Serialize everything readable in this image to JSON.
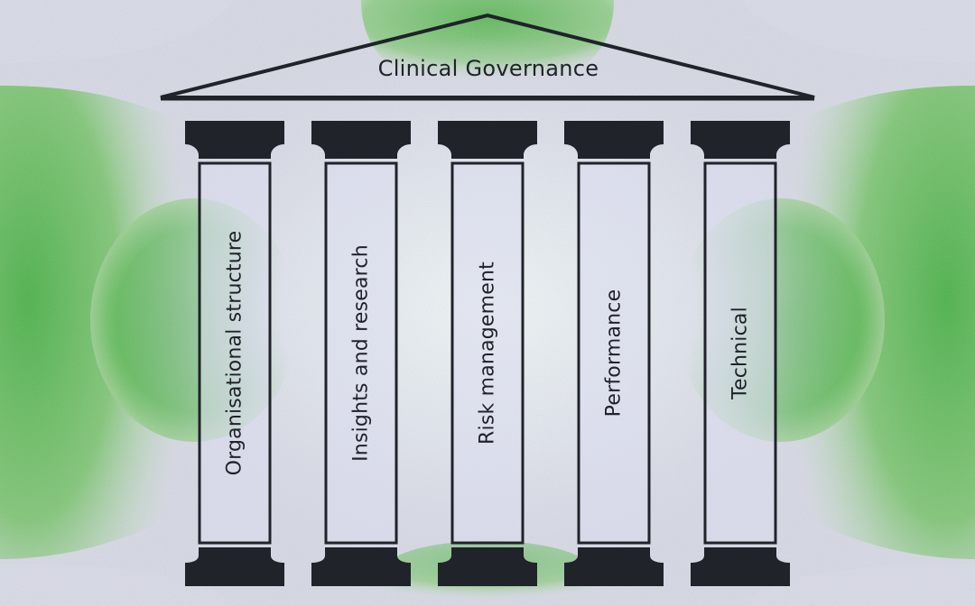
{
  "title": "Clinical Governance",
  "pillars": [
    {
      "label": "Organisational structure"
    },
    {
      "label": "Insights and research"
    },
    {
      "label": "Risk management"
    },
    {
      "label": "Performance"
    },
    {
      "label": "Technical"
    }
  ],
  "colors": {
    "ink": "#20232a",
    "shaft_fill": "#dbdcef",
    "page_base": "#d9dbe8",
    "green": "#4fb548",
    "center_glow": "#e7f1f3"
  }
}
